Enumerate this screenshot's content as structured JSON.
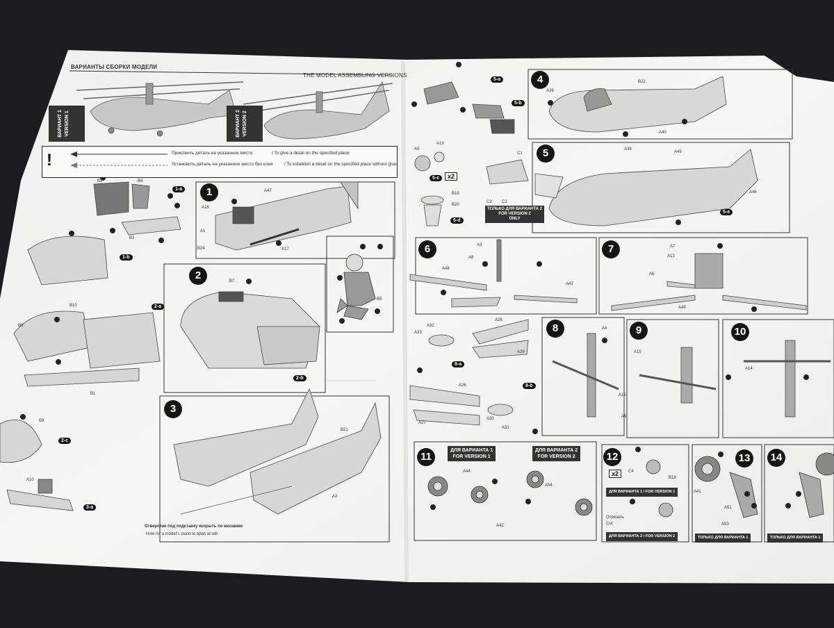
{
  "header": {
    "left_title": "ВАРИАНТЫ СБОРКИ МОДЕЛИ",
    "right_title": "THE MODEL ASSEMBLING VERSIONS"
  },
  "versions": {
    "v1": "ВАРИАНТ 1\nVERSION 1",
    "v2": "ВАРИАНТ 2\nVERSION 2"
  },
  "legend": {
    "glue_ru": "Приклеить деталь на указанное место",
    "glue_en": "/  To give a detail on the specified place",
    "noglue_ru": "Установить деталь на указанное место без клея",
    "noglue_en": "/  To establish a detail on the specified place without glue"
  },
  "steps": [
    "1",
    "2",
    "3",
    "4",
    "5",
    "6",
    "7",
    "8",
    "9",
    "10",
    "11",
    "12",
    "13",
    "14"
  ],
  "substeps": {
    "s1a": "1-a",
    "s1b": "1-b",
    "s2a": "2-a",
    "s2b": "2-b",
    "s2c": "2-c",
    "s3a": "3-a",
    "s5a": "5-a",
    "s5b": "5-b",
    "s5c": "5-c",
    "s5d": "5-d",
    "s5e": "5-e",
    "s8a": "8-a",
    "s8b": "8-b"
  },
  "part_labels": {
    "A47": "A47",
    "A18": "A18",
    "A1": "A1",
    "B24": "B24",
    "A17": "A17",
    "B7": "B7",
    "B10": "B10",
    "B8": "B8",
    "B1": "B1",
    "B2": "B2",
    "B3": "B3",
    "B4": "B4",
    "B9": "B9",
    "A10": "A10",
    "B21": "B21",
    "A2": "A2",
    "B5": "B5",
    "A38": "A38",
    "A45": "A45",
    "A46": "A46",
    "A39": "A39",
    "B22": "B22",
    "A40": "A40",
    "C1": "C1",
    "C2": "C2",
    "C3": "C3",
    "A19": "A19",
    "A9": "A9",
    "B19": "B19",
    "B20": "B20",
    "A3": "A3",
    "A8": "A8",
    "A48": "A48",
    "A43": "A43",
    "A7": "A7",
    "A13": "A13",
    "A6": "A6",
    "A49": "A49",
    "A32": "A32",
    "A33": "A33",
    "A28": "A28",
    "A29": "A29",
    "A26": "A26",
    "A27": "A27",
    "A30": "A30",
    "A31": "A31",
    "A4": "A4",
    "A16": "A16",
    "A5": "A5",
    "A15": "A15",
    "A14": "A14",
    "A44": "A44",
    "A42": "A42",
    "A54": "A54",
    "C4": "C4",
    "B18": "B18",
    "A41": "A41",
    "A51": "A51",
    "A53": "A53"
  },
  "notes": {
    "hole_ru": "Отверстие под подставку вскрыть по желанию",
    "hole_en": "Hole for a model's stand to open at will",
    "only_v2": "ТОЛЬКО ДЛЯ ВАРИАНТА 2\nFOR VERSION 2\nONLY",
    "x2": "x2",
    "cut_ru": "Отрезать",
    "cut_en": "Cut"
  },
  "version_tags": {
    "s11_v1": "ДЛЯ ВАРИАНТА 1\nFOR VERSION 1",
    "s11_v2": "ДЛЯ ВАРИАНТА 2\nFOR VERSION 2",
    "s12_top": "ДЛЯ ВАРИАНТА 1 / FOR VERSION 1",
    "s12_bot": "ДЛЯ ВАРИАНТА 2 / FOR VERSION 2",
    "s13": "ТОЛЬКО ДЛЯ ВАРИАНТА 1",
    "s14": "ТОЛЬКО ДЛЯ ВАРИАНТА 1"
  },
  "colors": {
    "background": "#1c1c1e",
    "paper": "#f4f4f2",
    "ink": "#222222",
    "frame": "#333333"
  }
}
